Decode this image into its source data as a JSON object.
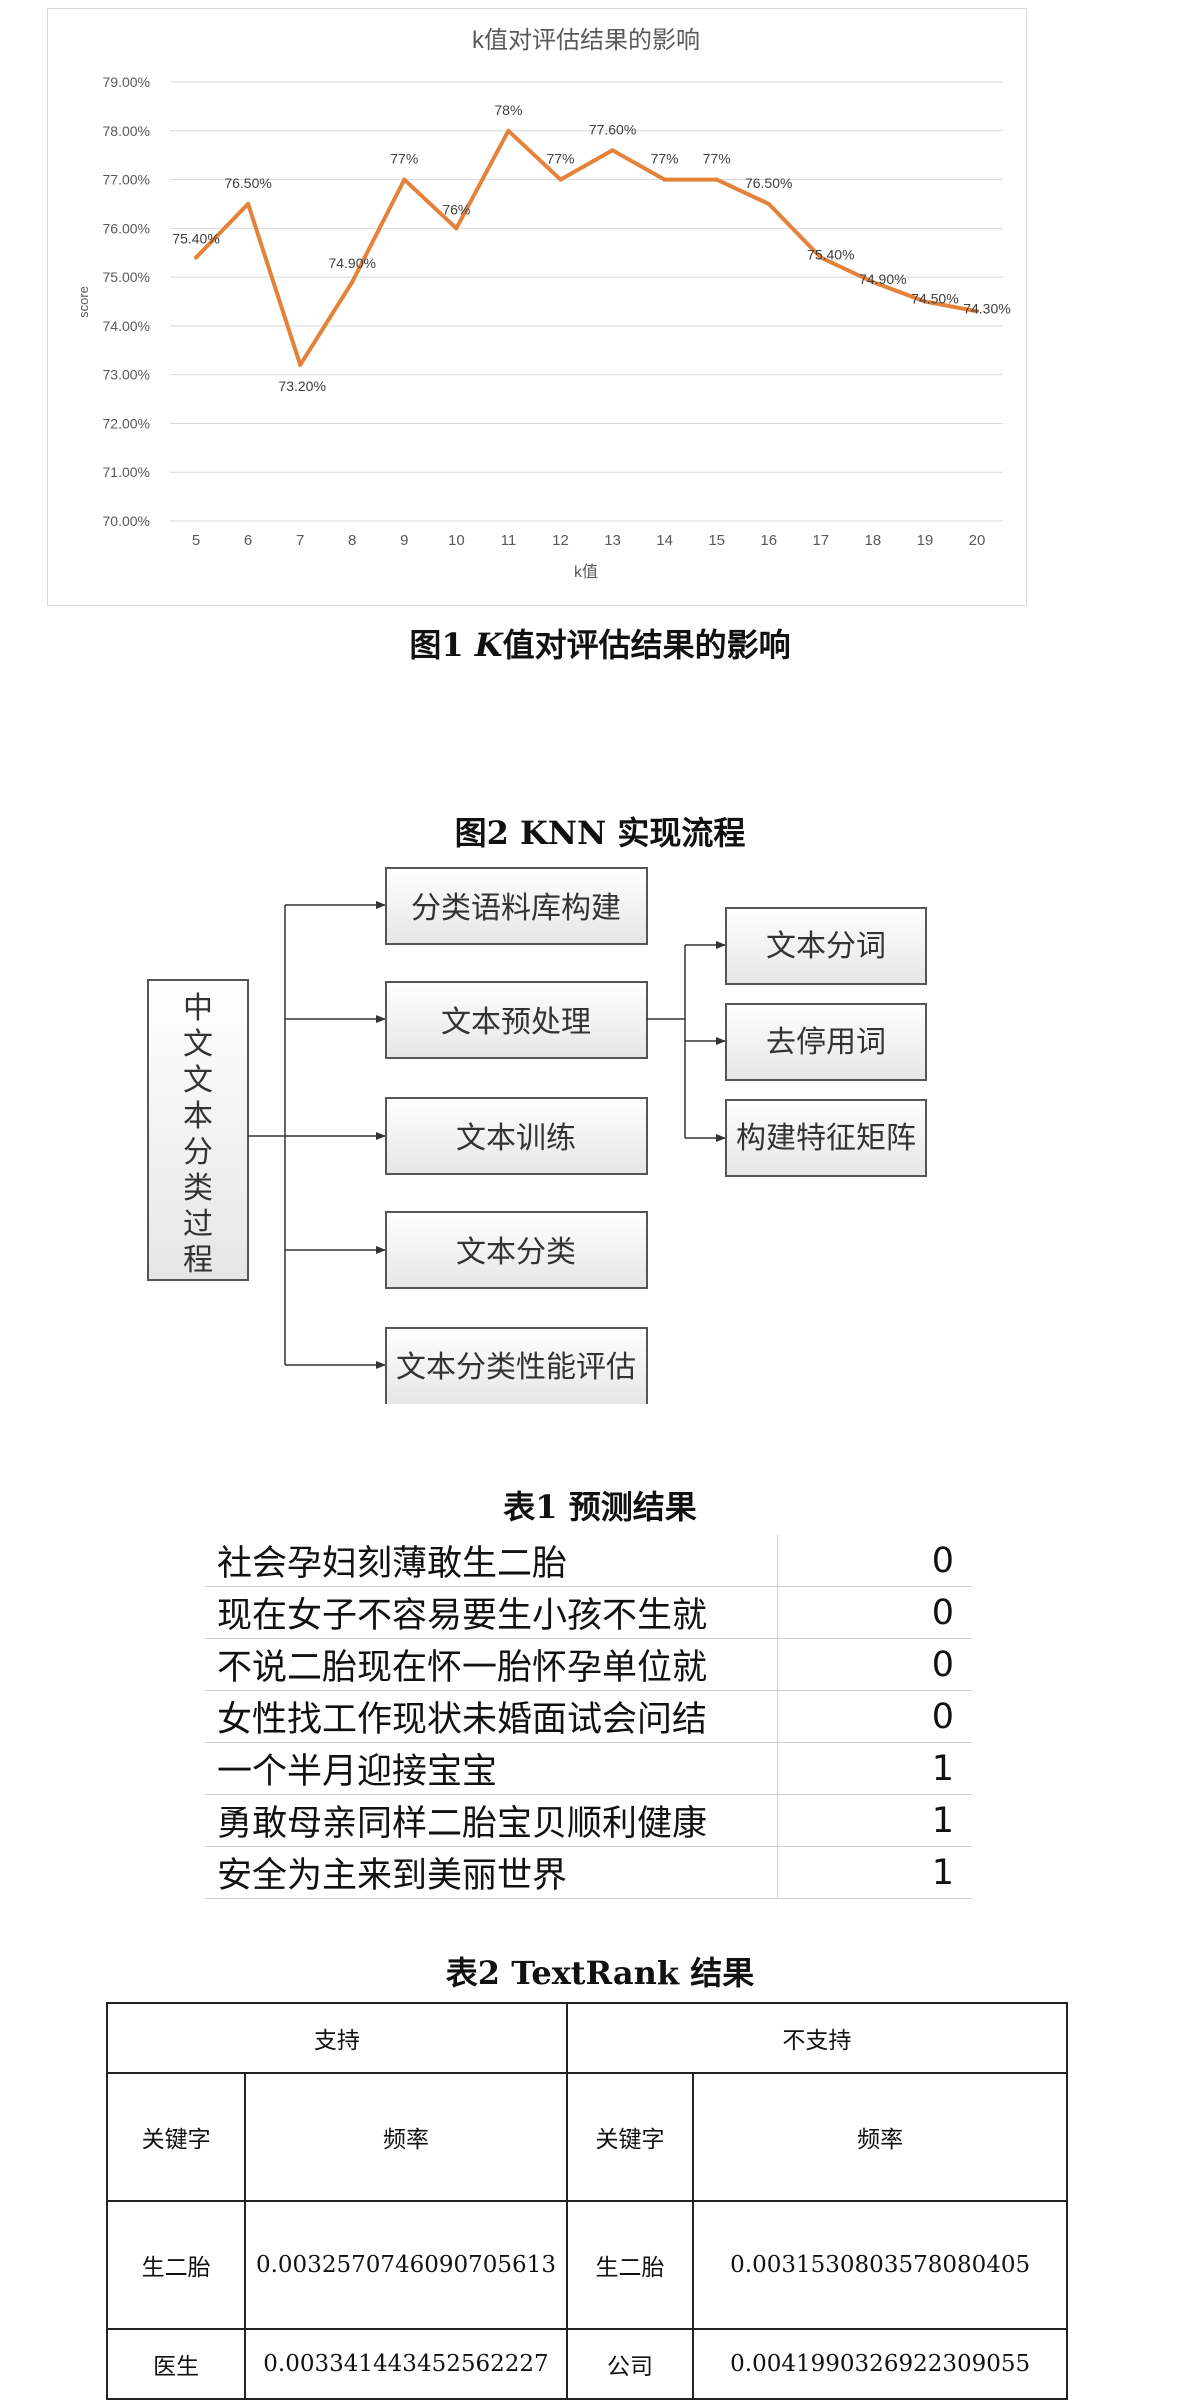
{
  "figure1": {
    "caption_prefix": "图1",
    "caption_italic": "K",
    "caption_rest": "值对评估结果的影响",
    "chart_data": {
      "type": "line",
      "title": "k值对评估结果的影响",
      "xlabel": "k值",
      "ylabel": "score",
      "ylim": [
        70,
        79
      ],
      "yticks": [
        "70.00%",
        "71.00%",
        "72.00%",
        "73.00%",
        "74.00%",
        "75.00%",
        "76.00%",
        "77.00%",
        "78.00%",
        "79.00%"
      ],
      "x": [
        5,
        6,
        7,
        8,
        9,
        10,
        11,
        12,
        13,
        14,
        15,
        16,
        17,
        18,
        19,
        20
      ],
      "values": [
        75.4,
        76.5,
        73.2,
        74.9,
        77,
        76,
        78,
        77,
        77.6,
        77,
        77,
        76.5,
        75.4,
        74.9,
        74.5,
        74.3
      ],
      "labels": [
        "75.40%",
        "76.50%",
        "73.20%",
        "74.90%",
        "77%",
        "76%",
        "78%",
        "77%",
        "77.60%",
        "77%",
        "77%",
        "76.50%",
        "75.40%",
        "74.90%",
        "74.50%",
        "74.30%"
      ],
      "grid": true,
      "line_color": "#e5823a"
    }
  },
  "figure2": {
    "title": "图2   KNN 实现流程",
    "root": "中文文本分类过程",
    "steps": [
      "分类语料库构建",
      "文本预处理",
      "文本训练",
      "文本分类",
      "文本分类性能评估"
    ],
    "substeps": [
      "文本分词",
      "去停用词",
      "构建特征矩阵"
    ]
  },
  "table1": {
    "title": "表1   预测结果",
    "rows": [
      {
        "text": "社会孕妇刻薄敢生二胎",
        "value": "0"
      },
      {
        "text": "现在女子不容易要生小孩不生就",
        "value": "0"
      },
      {
        "text": "不说二胎现在怀一胎怀孕单位就",
        "value": "0"
      },
      {
        "text": "女性找工作现状未婚面试会问结",
        "value": "0"
      },
      {
        "text": "一个半月迎接宝宝",
        "value": "1"
      },
      {
        "text": "勇敢母亲同样二胎宝贝顺利健康",
        "value": "1"
      },
      {
        "text": "安全为主来到美丽世界",
        "value": "1"
      }
    ]
  },
  "table2": {
    "title": "表2   TextRank 结果",
    "group_support": "支持",
    "group_oppose": "不支持",
    "col_keyword": "关键字",
    "col_freq": "频率",
    "rows": [
      {
        "k1": "生二胎",
        "f1": "0.003257074609070561​3",
        "k2": "生二胎",
        "f2": "0.003153080357808040​5"
      },
      {
        "k1": "医生",
        "f1": "0.003341443452562227",
        "k2": "公司",
        "f2": "0.004199032692230905​5"
      }
    ]
  }
}
